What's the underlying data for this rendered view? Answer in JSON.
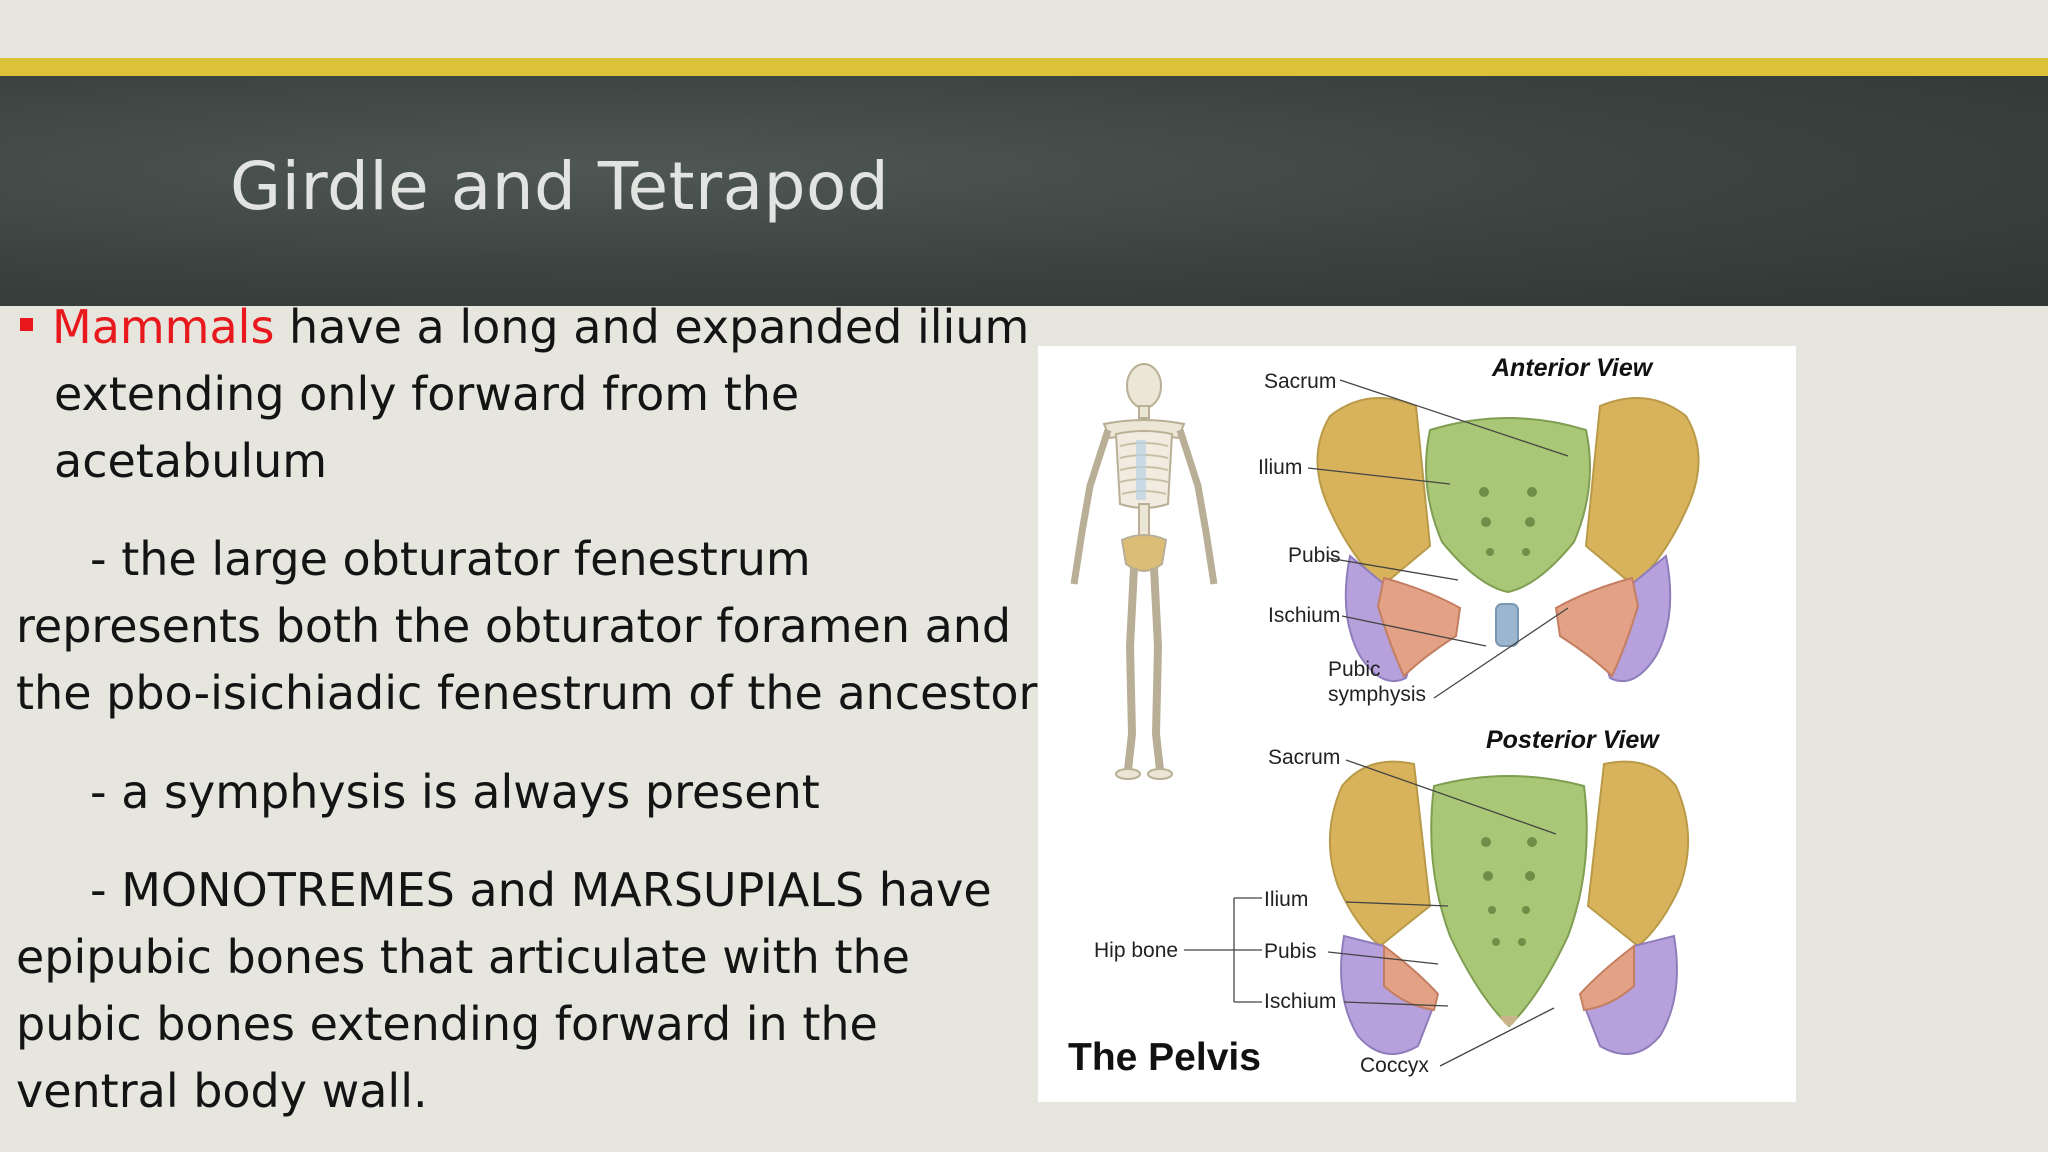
{
  "slide": {
    "title": "Girdle and Tetrapod",
    "bullet": {
      "highlight": "Mammals",
      "line1_rest": " have a long and expanded ilium",
      "line2": "extending only forward from the",
      "line3": "acetabulum"
    },
    "sub1": {
      "line1": "- the large obturator fenestrum",
      "line2": "represents both the obturator foramen and",
      "line3": "the pbo-isichiadic fenestrum of the ancestor."
    },
    "sub2": {
      "line1": "- a symphysis is always present"
    },
    "sub3": {
      "line1": "- MONOTREMES and MARSUPIALS have",
      "line2": "epipubic bones that articulate with the",
      "line3": "pubic bones extending forward in the",
      "line4": "ventral body wall."
    }
  },
  "figure": {
    "caption": "The Pelvis",
    "anterior": {
      "heading": "Anterior View",
      "labels": [
        "Sacrum",
        "Ilium",
        "Pubis",
        "Ischium",
        "Pubic",
        "symphysis"
      ]
    },
    "posterior": {
      "heading": "Posterior View",
      "sacrum": "Sacrum",
      "hip_bone": "Hip bone",
      "labels": [
        "Ilium",
        "Pubis",
        "Ischium"
      ],
      "coccyx": "Coccyx"
    },
    "colors": {
      "ilium": "#d8b35c",
      "sacrum": "#a9c776",
      "pubis": "#e3a285",
      "ischium": "#b6a1dc",
      "symphysis": "#9cb6cf",
      "accent_red": "#e8181c",
      "gold_bar": "#dcc237"
    }
  }
}
